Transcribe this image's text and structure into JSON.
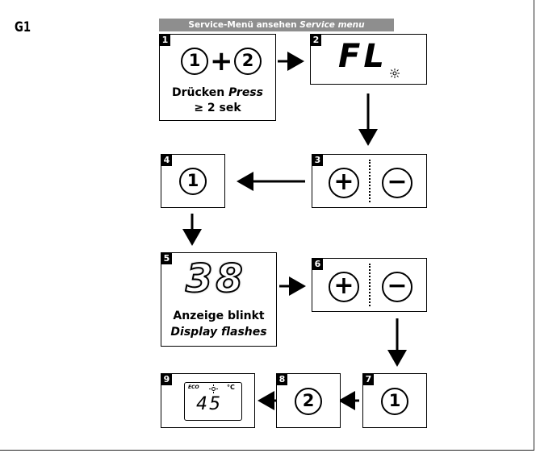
{
  "figure_label": "G1",
  "header": {
    "title": "Service-Menü ansehen",
    "title_en": "Service menu"
  },
  "steps": {
    "s1": {
      "num": "1",
      "btn_a": "1",
      "plus": "+",
      "btn_b": "2",
      "line1": "Drücken",
      "line1_en": "Press",
      "line2": "≥ 2 sek"
    },
    "s2": {
      "num": "2",
      "display": "FL",
      "indicator": "sun-icon"
    },
    "s3": {
      "num": "3",
      "plus": "+",
      "minus": "−"
    },
    "s4": {
      "num": "4",
      "btn": "1"
    },
    "s5": {
      "num": "5",
      "display": "38",
      "line1": "Anzeige blinkt",
      "line2": "Display flashes"
    },
    "s6": {
      "num": "6",
      "plus": "+",
      "minus": "−"
    },
    "s7": {
      "num": "7",
      "btn": "1"
    },
    "s8": {
      "num": "8",
      "btn": "2"
    },
    "s9": {
      "num": "9",
      "eco": "ECO",
      "unit": "°C",
      "display": "45"
    }
  }
}
